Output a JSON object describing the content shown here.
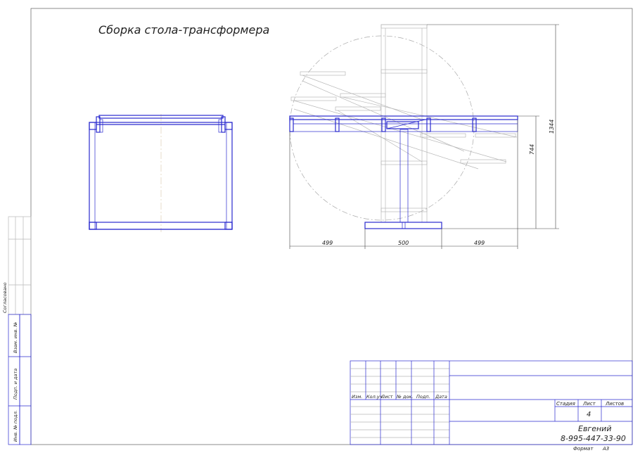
{
  "drawing": {
    "title": "Сборка стола-трансформера",
    "dimensions": {
      "left": "499",
      "center": "500",
      "right": "499",
      "height_low": "744",
      "height_high": "1344"
    }
  },
  "side_strip": {
    "agreed": "Согласовано",
    "replace_inv": "Взам. инв. №",
    "sign_date": "Подп. и дата",
    "inv_orig": "Инв. № подл."
  },
  "title_block": {
    "headers": [
      "Изм.",
      "Кол.уч.",
      "Лист",
      "№ док.",
      "Подп.",
      "Дата"
    ],
    "stage_label": "Стадия",
    "sheet_label": "Лист",
    "sheets_label": "Листов",
    "sheet_value": "4",
    "author": "Евгений",
    "phone": "8-995-447-33-90",
    "format_label": "Формат",
    "format_value": "А3"
  }
}
